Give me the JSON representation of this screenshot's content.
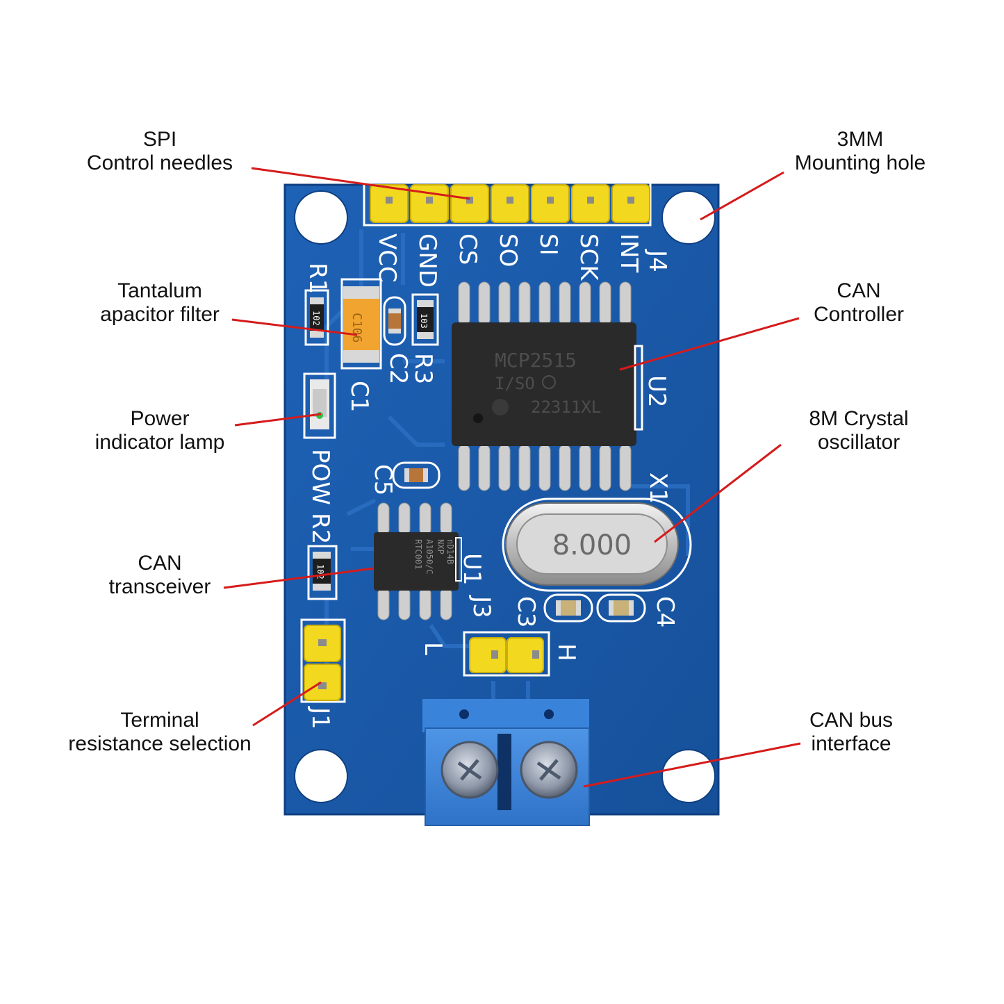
{
  "colors": {
    "pcb": "#1b58a8",
    "pcb_dark": "#123f7e",
    "trace": "#2a6cc0",
    "pin_header": "#f2d81e",
    "pin_header_edge": "#c9ad0d",
    "chip": "#2b2b2b",
    "terminal": "#3b82d6",
    "leader_line": "#d51b1b"
  },
  "callouts": {
    "spi": {
      "line1": "SPI",
      "line2": "Control needles"
    },
    "mounting": {
      "line1": "3MM",
      "line2": "Mounting hole"
    },
    "tantalum": {
      "line1": "Tantalum",
      "line2": "apacitor filter"
    },
    "controller": {
      "line1": "CAN",
      "line2": "Controller"
    },
    "power": {
      "line1": "Power",
      "line2": "indicator lamp"
    },
    "crystal": {
      "line1": "8M Crystal",
      "line2": "oscillator"
    },
    "transceiver": {
      "line1": "CAN",
      "line2": "transceiver"
    },
    "terminal_sel": {
      "line1": "Terminal",
      "line2": "resistance selection"
    },
    "bus": {
      "line1": "CAN bus",
      "line2": "interface"
    }
  },
  "board": {
    "pin_labels": [
      "VCC",
      "GND",
      "CS",
      "SO",
      "SI",
      "SCK",
      "INT"
    ],
    "designators": {
      "j4": "J4",
      "r1": "R1",
      "c1": "C1",
      "c2": "C2",
      "r3": "R3",
      "u2": "U2",
      "pow": "POW",
      "r2": "R2",
      "c5": "C5",
      "x1": "X1",
      "u1": "U1",
      "j3": "J3",
      "c3": "C3",
      "c4": "C4",
      "l": "L",
      "h": "H",
      "j1": "J1"
    },
    "chip_u2": {
      "line1": "MCP2515",
      "line2": "I/SO",
      "line3": "22311XL"
    },
    "chip_u1": {
      "line1": "NXP",
      "line2": "A1050/C",
      "line3": "RTC001",
      "line4": "nD14B"
    },
    "crystal_text": "8.000",
    "tantalum_text": "C106",
    "resistor_r1_text": "102",
    "resistor_r3_text": "103",
    "resistor_r2_text": "102"
  }
}
